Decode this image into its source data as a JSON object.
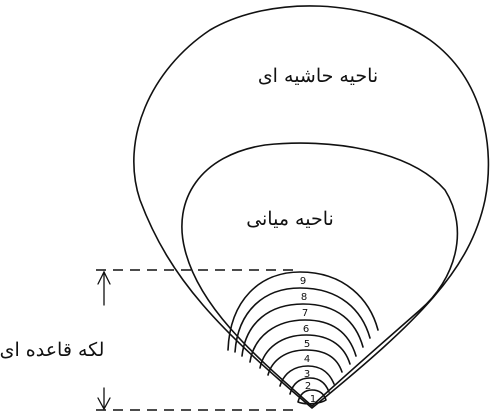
{
  "labels": {
    "outer_zone": "ناحیه حاشیه ای",
    "middle_zone": "ناحیه میانی",
    "basal_spot": "لکه قاعده ای"
  },
  "ring_numbers": [
    "1",
    "2",
    "3",
    "4",
    "5",
    "6",
    "7",
    "8",
    "9"
  ],
  "colors": {
    "ink": "#111111",
    "background": "#ffffff"
  }
}
